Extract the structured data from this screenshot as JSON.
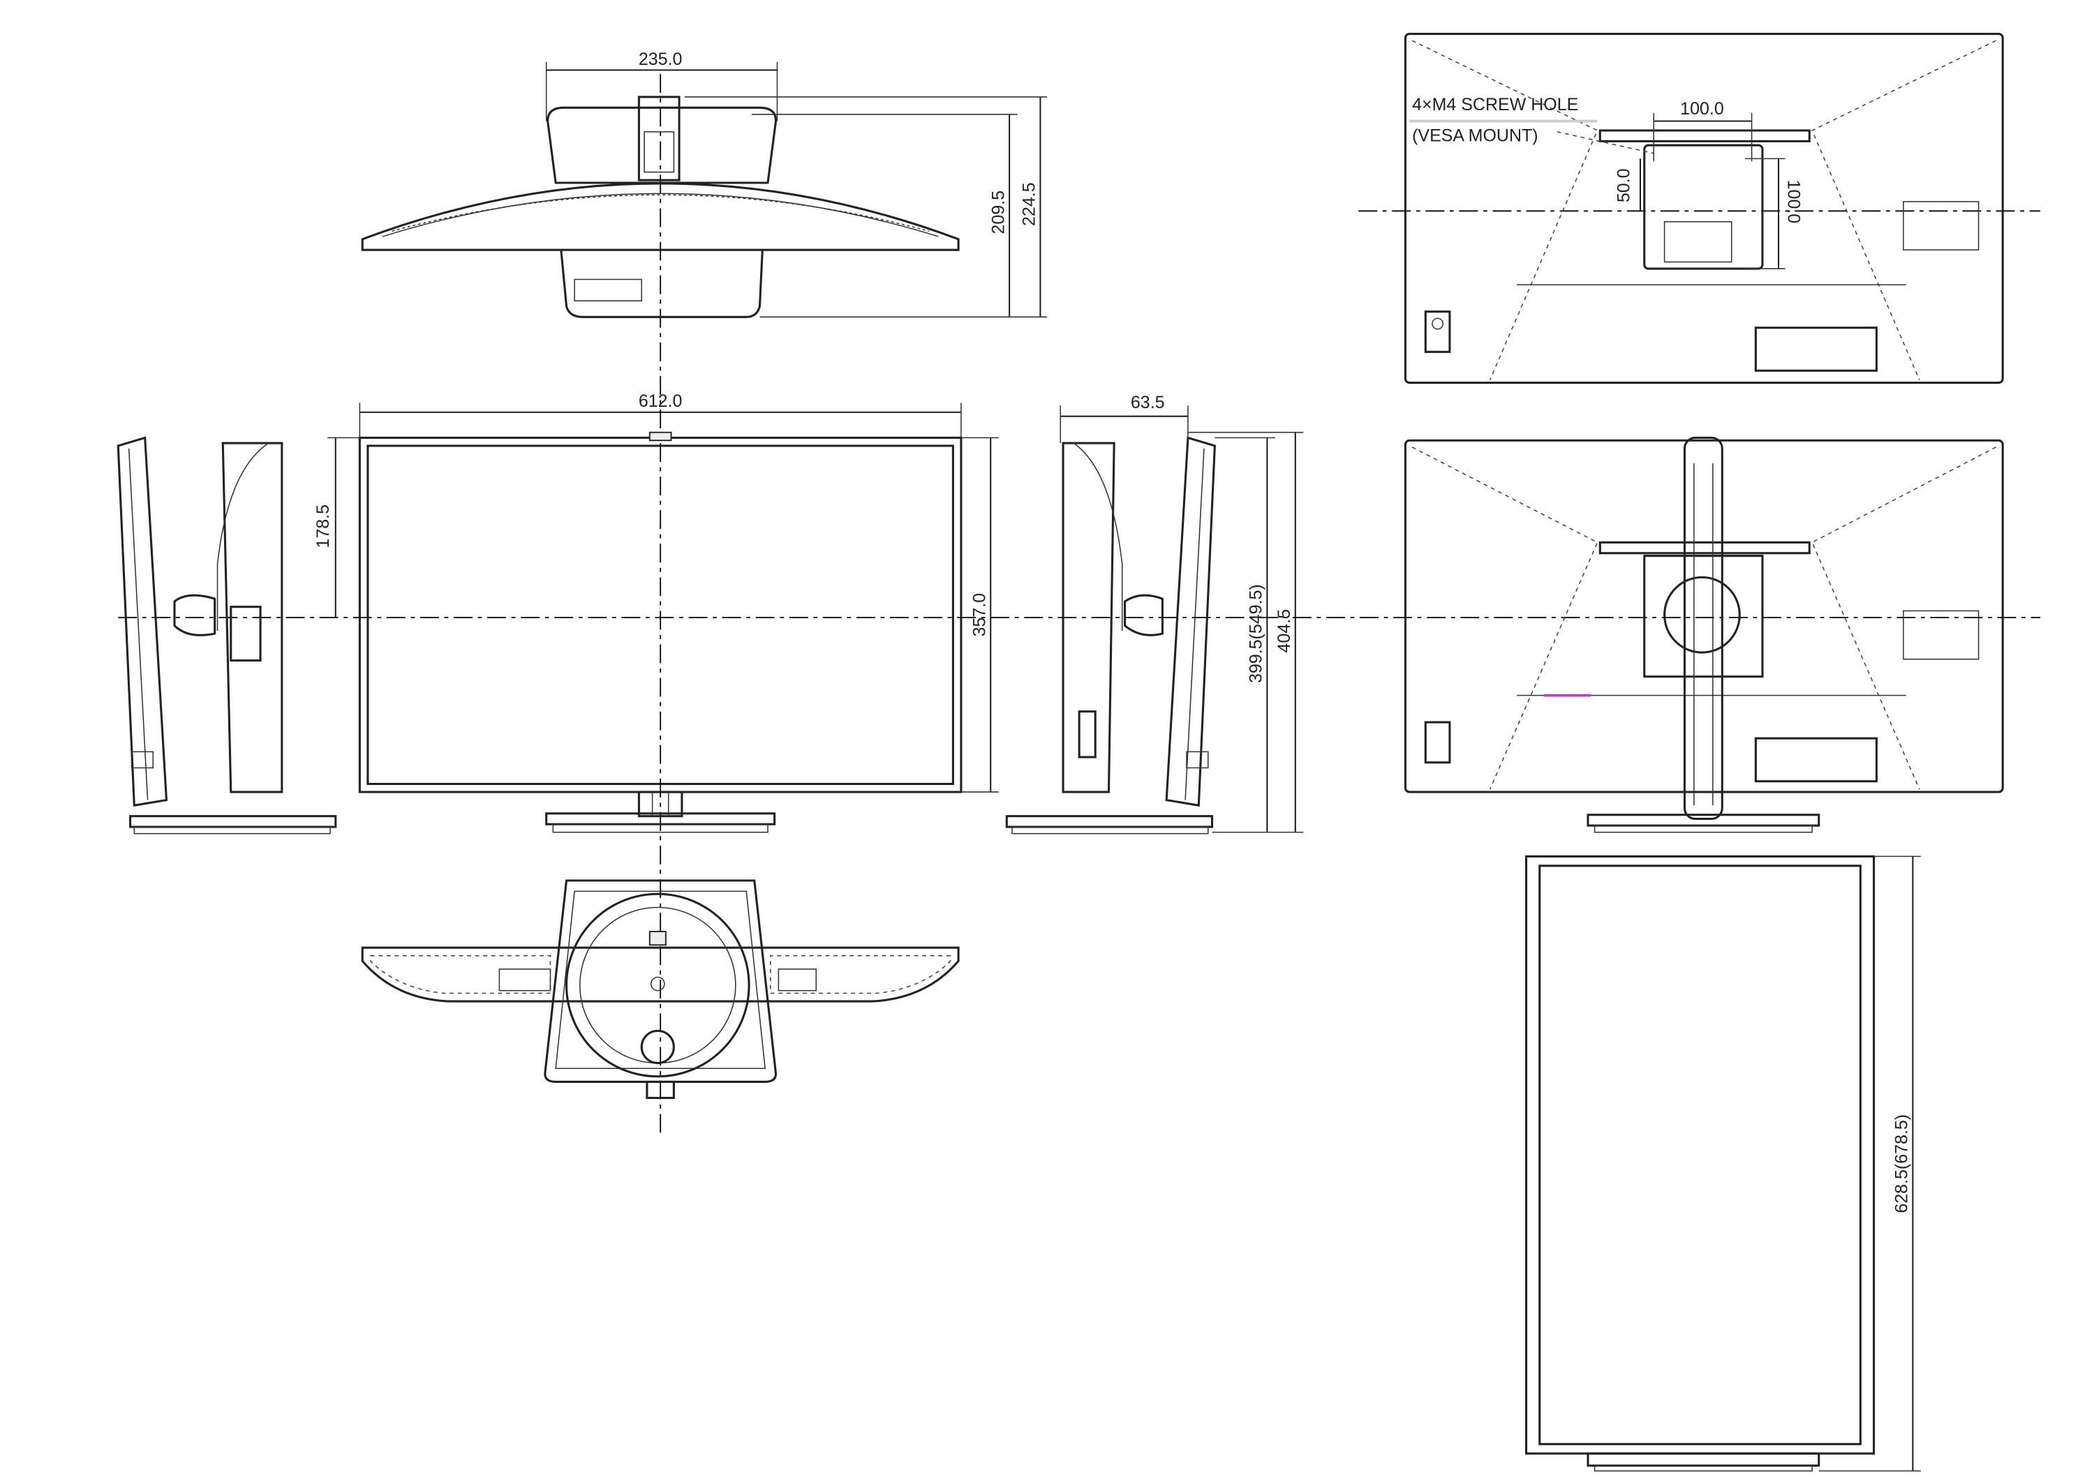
{
  "title": "Monitor dimension drawing",
  "top_view": {
    "width": "235.0",
    "depth_inner": "209.5",
    "depth_outer": "224.5"
  },
  "front_view": {
    "width": "612.0",
    "center_height": "178.5",
    "panel_height": "357.0"
  },
  "side_view": {
    "depth": "63.5",
    "height_range": "399.5(549.5)",
    "height_max": "404.5"
  },
  "back_view": {
    "screw_label": "4×M4 SCREW HOLE",
    "mount_label": "(VESA MOUNT)",
    "vesa_width": "100.0",
    "vesa_offset": "50.0",
    "vesa_height": "100.0"
  },
  "portrait_view": {
    "height_range": "628.5(678.5)"
  }
}
